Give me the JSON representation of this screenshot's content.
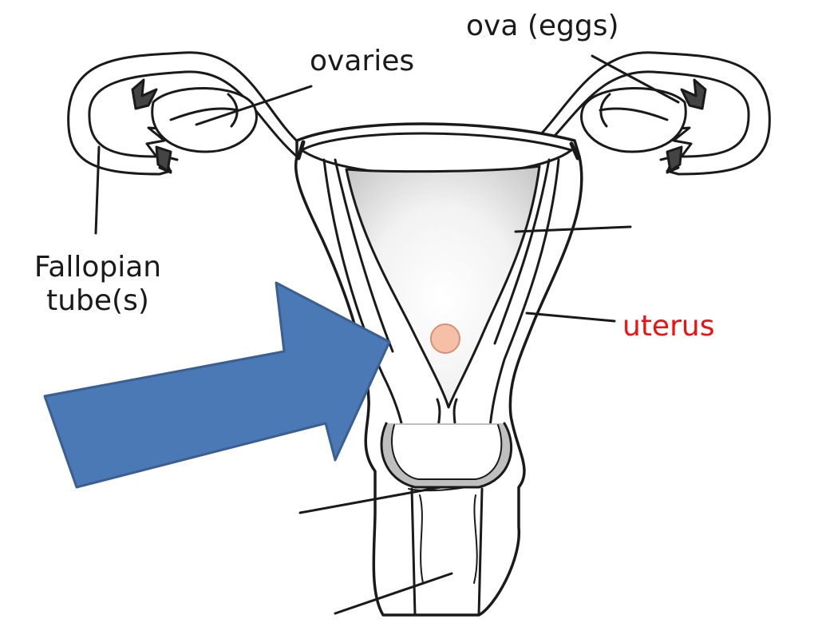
{
  "labels": {
    "ova": "ova (eggs)",
    "ovaries": "ovaries",
    "fallopian_line1": "Fallopian",
    "fallopian_line2": "tube(s)",
    "uterus": "uterus"
  },
  "colors": {
    "outline": "#1a1a1a",
    "cavity_fill": "#d8d8d8",
    "arrow_fill": "#4a79b6",
    "arrow_stroke": "#3a5f90",
    "egg_fill": "#f6c0a8",
    "egg_stroke": "#d68f78",
    "uterus_label": "#ee1111",
    "label_text": "#1a1a1a"
  },
  "icons": {
    "pointer": "big-arrow-icon",
    "embryo": "fertilised-egg-icon"
  }
}
